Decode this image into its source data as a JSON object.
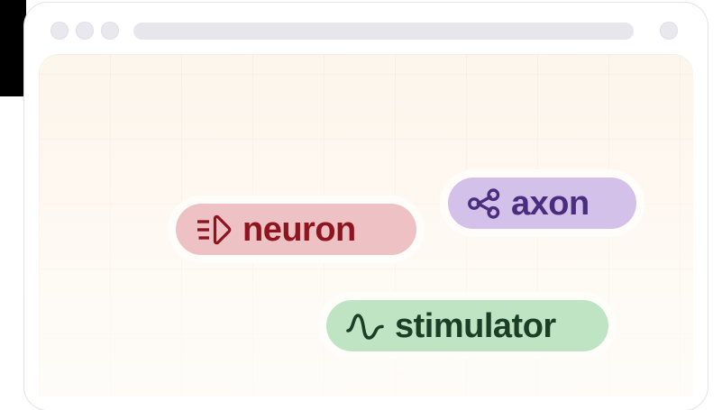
{
  "window": {
    "traffic_lights": [
      {
        "name": "close-dot",
        "color": "#e8e8ee"
      },
      {
        "name": "minimize-dot",
        "color": "#e8e8ee"
      },
      {
        "name": "maximize-dot",
        "color": "#e8e8ee"
      }
    ],
    "address_bar": {
      "value": "",
      "placeholder": ""
    },
    "menu_button": {
      "label": ""
    }
  },
  "canvas": {
    "background_color": "#fdf7f0",
    "grid_line_color": "#e2dcd0",
    "grid_cell_width": 79,
    "grid_cell_height": 72
  },
  "entities": [
    {
      "id": "neuron",
      "label": "neuron",
      "icon": "send-lines-triangle-icon",
      "bg_color": "#eec1c4",
      "text_color": "#8e1520"
    },
    {
      "id": "axon",
      "label": "axon",
      "icon": "share-nodes-icon",
      "bg_color": "#d3c1ea",
      "text_color": "#4b2d7f"
    },
    {
      "id": "stimulator",
      "label": "stimulator",
      "icon": "activity-waveform-icon",
      "bg_color": "#bfe4c4",
      "text_color": "#1c3d26"
    }
  ]
}
